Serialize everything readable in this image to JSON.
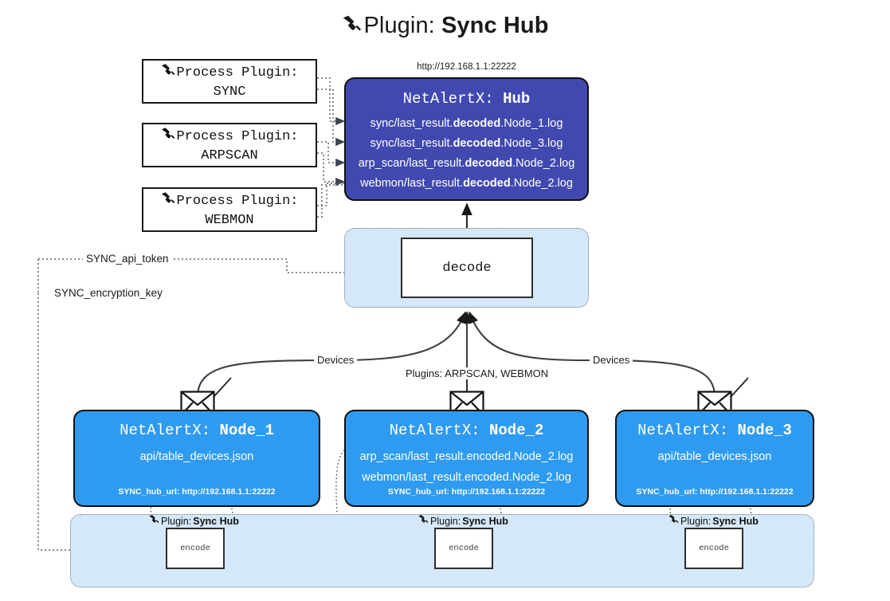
{
  "title": {
    "icon": "plug-icon",
    "prefix": "Plugin: ",
    "name": "Sync Hub"
  },
  "colors": {
    "hub_fill": "#4149b0",
    "node_fill": "#2f9bf0",
    "container_fill": "#d5e8fa",
    "stroke": "#111111",
    "dotted_stroke": "#6f7680",
    "page_bg": "#ffffff"
  },
  "process_plugins": [
    {
      "icon": "plug-icon",
      "line1": "Process Plugin:",
      "line2": "SYNC"
    },
    {
      "icon": "plug-icon",
      "line1": "Process Plugin:",
      "line2": "ARPSCAN"
    },
    {
      "icon": "plug-icon",
      "line1": "Process Plugin:",
      "line2": "WEBMON"
    }
  ],
  "hub": {
    "url": "http://192.168.1.1:22222",
    "title_prefix": "NetAlertX: ",
    "title_name": "Hub",
    "logs": [
      {
        "pre": "sync/last_result.",
        "mid": "decoded",
        "post": ".Node_1.log"
      },
      {
        "pre": "sync/last_result.",
        "mid": "decoded",
        "post": ".Node_3.log"
      },
      {
        "pre": "arp_scan/last_result.",
        "mid": "decoded",
        "post": ".Node_2.log"
      },
      {
        "pre": "webmon/last_result.",
        "mid": "decoded",
        "post": ".Node_2.log"
      }
    ]
  },
  "decode": {
    "label": "decode"
  },
  "tokens": [
    {
      "label": "SYNC_api_token"
    },
    {
      "label": "SYNC_encryption_key"
    }
  ],
  "edge_labels": {
    "devices_left": "Devices",
    "devices_right": "Devices",
    "plugins_center": "Plugins: ARPSCAN, WEBMON"
  },
  "nodes": [
    {
      "title_prefix": "NetAlertX: ",
      "title_name": "Node_1",
      "lines": [
        "api/table_devices.json"
      ],
      "hub_url_label": "SYNC_hub_url: http://192.168.1.1:22222",
      "envelope_icon": "envelope-icon"
    },
    {
      "title_prefix": "NetAlertX: ",
      "title_name": "Node_2",
      "lines": [
        "arp_scan/last_result.encoded.Node_2.log",
        "webmon/last_result.encoded.Node_2.log"
      ],
      "hub_url_label": "SYNC_hub_url: http://192.168.1.1:22222",
      "envelope_icon": "envelope-icon"
    },
    {
      "title_prefix": "NetAlertX: ",
      "title_name": "Node_3",
      "lines": [
        "api/table_devices.json"
      ],
      "hub_url_label": "SYNC_hub_url: http://192.168.1.1:22222",
      "envelope_icon": "envelope-icon"
    }
  ],
  "encoders": [
    {
      "icon": "plug-icon",
      "caption_prefix": "Plugin: ",
      "caption_name": "Sync Hub",
      "box_label": "encode"
    },
    {
      "icon": "plug-icon",
      "caption_prefix": "Plugin: ",
      "caption_name": "Sync Hub",
      "box_label": "encode"
    },
    {
      "icon": "plug-icon",
      "caption_prefix": "Plugin: ",
      "caption_name": "Sync Hub",
      "box_label": "encode"
    }
  ]
}
